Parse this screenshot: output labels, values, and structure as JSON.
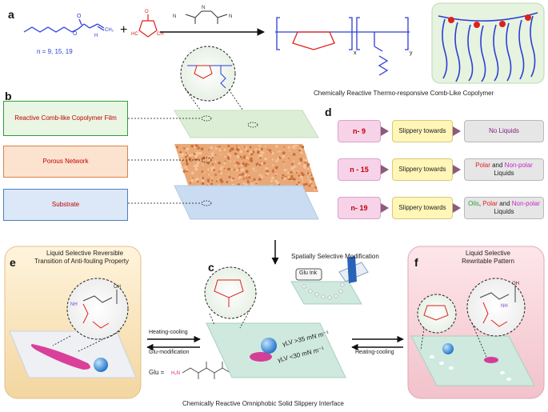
{
  "panels": {
    "a": "a",
    "b": "b",
    "c": "c",
    "d": "d",
    "e": "e",
    "f": "f"
  },
  "panel_a": {
    "n_values": "n = 9, 15, 19",
    "subscript_x": "x",
    "subscript_y": "y",
    "caption": "Chemically Reactive Thermo-responsive Comb-Like Copolymer"
  },
  "panel_b": {
    "layers": [
      {
        "label": "Reactive Comb-like Copolymer Film",
        "color": "#2e9e3a",
        "bg": "#eaf6e4"
      },
      {
        "label": "Porous Network",
        "color": "#d9834a",
        "bg": "#fbe3cf"
      },
      {
        "label": "Substrate",
        "color": "#4a7fc4",
        "bg": "#dce8f7"
      }
    ]
  },
  "panel_d": {
    "rows": [
      {
        "n": "n- 9",
        "mid": "Slippery towards",
        "result": [
          {
            "t": "No Liquids",
            "c": "#7a1f7a"
          }
        ]
      },
      {
        "n": "n - 15",
        "mid": "Slippery towards",
        "result": [
          {
            "t": "Polar",
            "c": "#e0201c"
          },
          {
            "t": " and ",
            "c": "#222222"
          },
          {
            "t": "Non-polar",
            "c": "#c428c4"
          },
          {
            "t": " Liquids",
            "c": "#222222"
          }
        ]
      },
      {
        "n": "n- 19",
        "mid": "Slippery towards",
        "result": [
          {
            "t": "Oils",
            "c": "#2f9e3a"
          },
          {
            "t": ", ",
            "c": "#222222"
          },
          {
            "t": "Polar",
            "c": "#e0201c"
          },
          {
            "t": " and ",
            "c": "#222222"
          },
          {
            "t": "Non-polar",
            "c": "#c428c4"
          },
          {
            "t": " Liquids",
            "c": "#222222"
          }
        ]
      }
    ]
  },
  "panel_c": {
    "title": "Spatially Selective Modification",
    "ink": "Glu Ink",
    "gamma_high": "γLV >35 mN m⁻¹",
    "gamma_low": "γLV <30 mN m⁻¹",
    "caption": "Chemically Reactive Omniphobic Solid Slippery Interface"
  },
  "panel_e": {
    "title_line1": "Liquid Selective Reversible",
    "title_line2": "Transition of Anti-fouling Property",
    "arrow_top": "Heating-cooling",
    "arrow_bottom": "Glu-modification",
    "glu_label": "Glu ="
  },
  "panel_f": {
    "title_line1": "Liquid Selective",
    "title_line2": "Rewritable Pattern",
    "arrow": "Heating-cooling"
  },
  "colors": {
    "red": "#e0201c",
    "blue": "#2c3ed6",
    "purple": "#7a3fd0",
    "navy": "#2a3a8a",
    "pink": "#d6208a"
  }
}
